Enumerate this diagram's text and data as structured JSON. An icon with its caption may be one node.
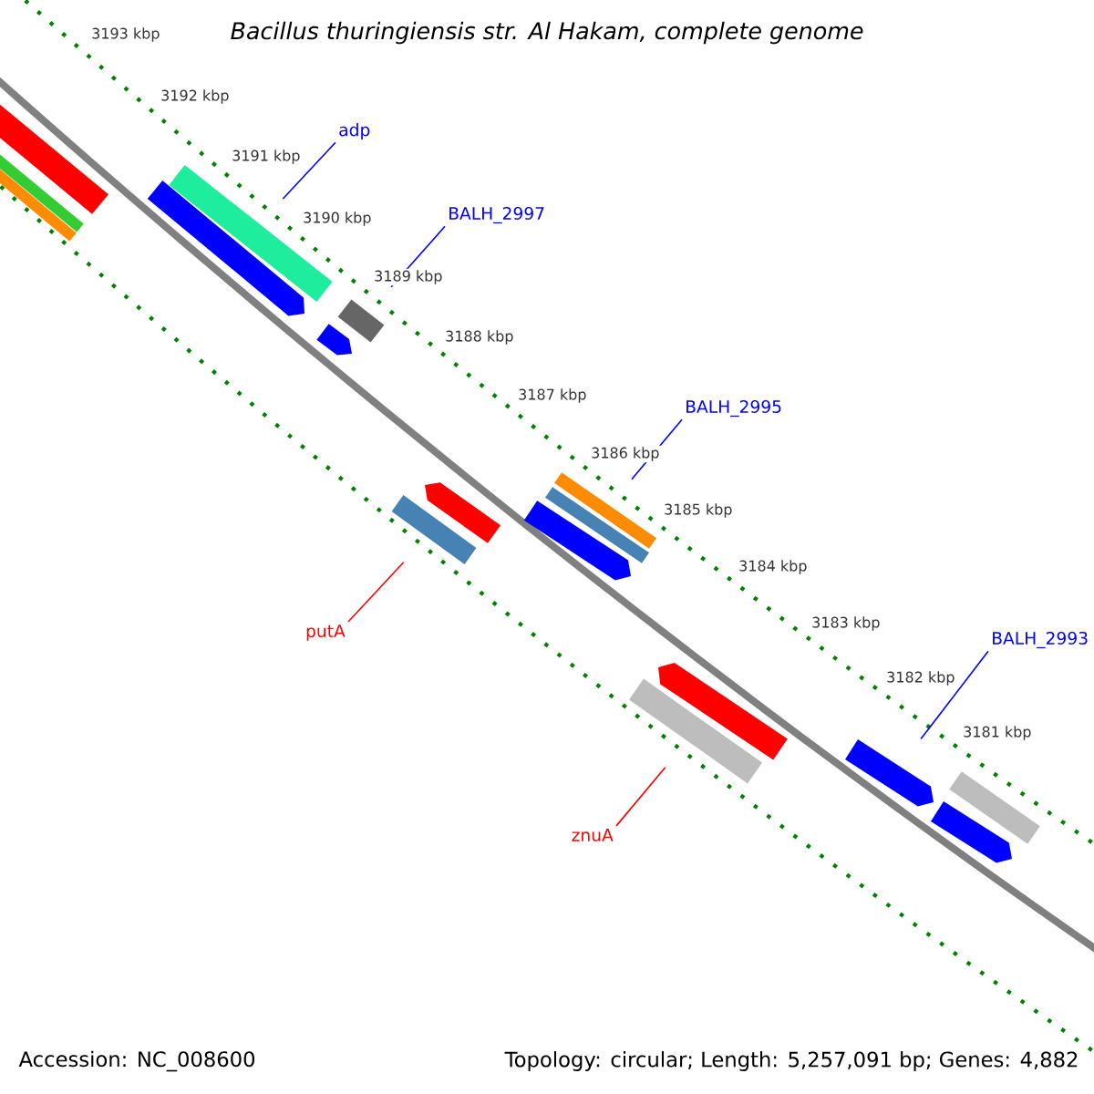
{
  "diagram": {
    "title": "*Bacillus thuringiensis* *str. Al Hakam, complete genome*",
    "nodes": [
      {
        "text": [
          "adp"
        ]
      },
      {
        "text": [
          "BALH_2997"
        ]
      },
      {
        "text": [
          "BALH_2995"
        ]
      },
      {
        "text": [
          "BALH_2993"
        ]
      },
      {
        "text": [
          "putA"
        ]
      },
      {
        "text": [
          "znuA"
        ]
      },
      {
        "text": [],
        "shape": "bar"
      },
      {
        "text": [],
        "shape": "bar"
      },
      {
        "text": [],
        "shape": "bar"
      },
      {
        "text": [],
        "shape": "pentagon"
      },
      {
        "text": [],
        "shape": "bar"
      },
      {
        "text": [],
        "shape": "pentagon"
      },
      {
        "text": [],
        "shape": "bar"
      },
      {
        "text": [],
        "shape": "bar"
      },
      {
        "text": [],
        "shape": "pentagon"
      },
      {
        "text": [],
        "shape": "pentagon"
      },
      {
        "text": [],
        "shape": "bar"
      },
      {
        "text": [],
        "shape": "bar"
      },
      {
        "text": [],
        "shape": "bar"
      },
      {
        "text": [],
        "shape": "pentagon"
      },
      {
        "text": [],
        "shape": "pentagon"
      },
      {
        "text": [],
        "shape": "pentagon"
      },
      {
        "text": [],
        "shape": "bar"
      }
    ],
    "edges": [
      {
        "from": 0,
        "to": 10,
        "arrow": "none"
      },
      {
        "from": 1,
        "to": 12,
        "arrow": "none"
      },
      {
        "from": 2,
        "to": 17,
        "arrow": "none"
      },
      {
        "from": 3,
        "to": 20,
        "arrow": "none"
      },
      {
        "from": 4,
        "to": 13,
        "arrow": "none",
        "color": "#ff0000"
      },
      {
        "from": 5,
        "to": 18,
        "arrow": "none",
        "color": "#ff0000"
      }
    ],
    "labels": [
      "3193 kbp",
      "3192 kbp",
      "3191 kbp",
      "3190 kbp",
      "3189 kbp",
      "3188 kbp",
      "3187 kbp",
      "3186 kbp",
      "3185 kbp",
      "3184 kbp",
      "3183 kbp",
      "3182 kbp",
      "3181 kbp",
      "Accession: NC_008600",
      "Topology: circular; Length: 5,257,091 bp; Genes: 4,882"
    ]
  }
}
